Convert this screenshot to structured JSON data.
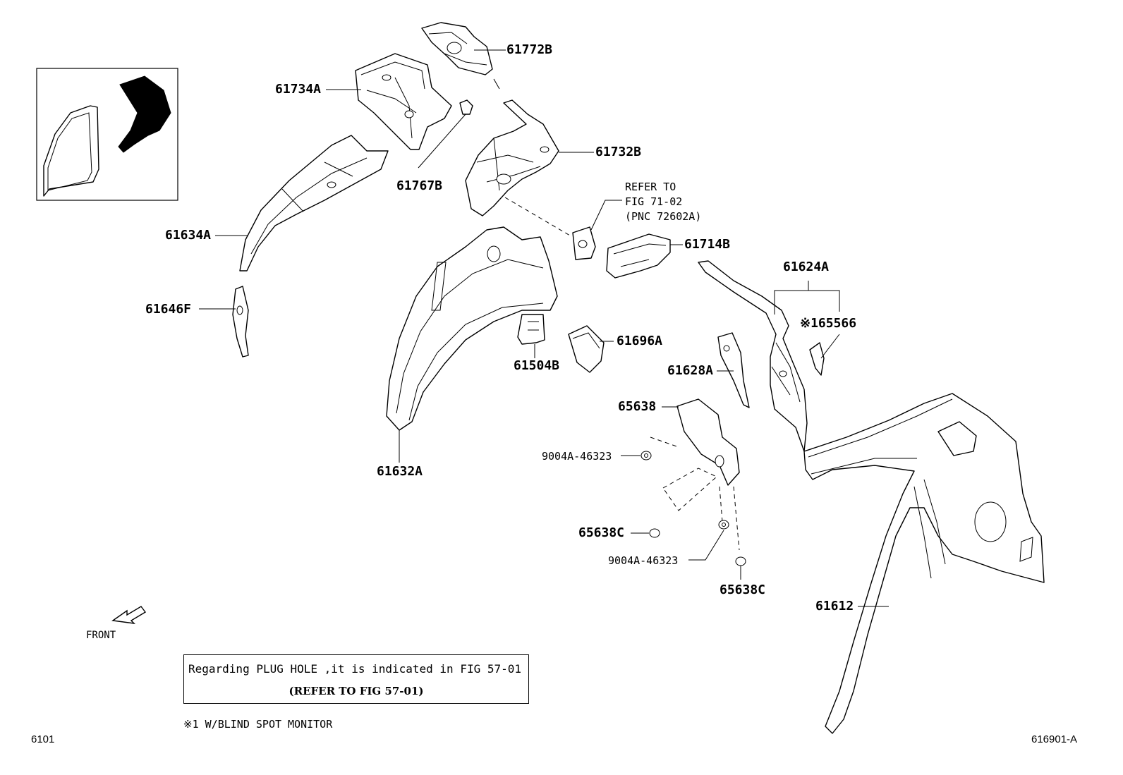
{
  "parts": {
    "p61772B": "61772B",
    "p61734A": "61734A",
    "p61767B": "61767B",
    "p61732B": "61732B",
    "p61634A": "61634A",
    "p61646F": "61646F",
    "p61714B": "61714B",
    "p61624A": "61624A",
    "p65566": "※165566",
    "p61504B": "61504B",
    "p61696A": "61696A",
    "p61628A": "61628A",
    "p61632A": "61632A",
    "p65638": "65638",
    "p9004A_1": "9004A-46323",
    "p65638C_1": "65638C",
    "p9004A_2": "9004A-46323",
    "p65638C_2": "65638C",
    "p61612": "61612"
  },
  "refer": {
    "line1": "REFER TO",
    "line2": "FIG 71-02",
    "line3": "(PNC 72602A)"
  },
  "front_label": "FRONT",
  "note": {
    "line1": "Regarding PLUG HOLE ,it is indicated in FIG 57-01",
    "line2": "(REFER TO FIG 57-01)"
  },
  "footnote": "※1 W/BLIND SPOT MONITOR",
  "corner_left": "6101",
  "corner_right": "616901-A"
}
